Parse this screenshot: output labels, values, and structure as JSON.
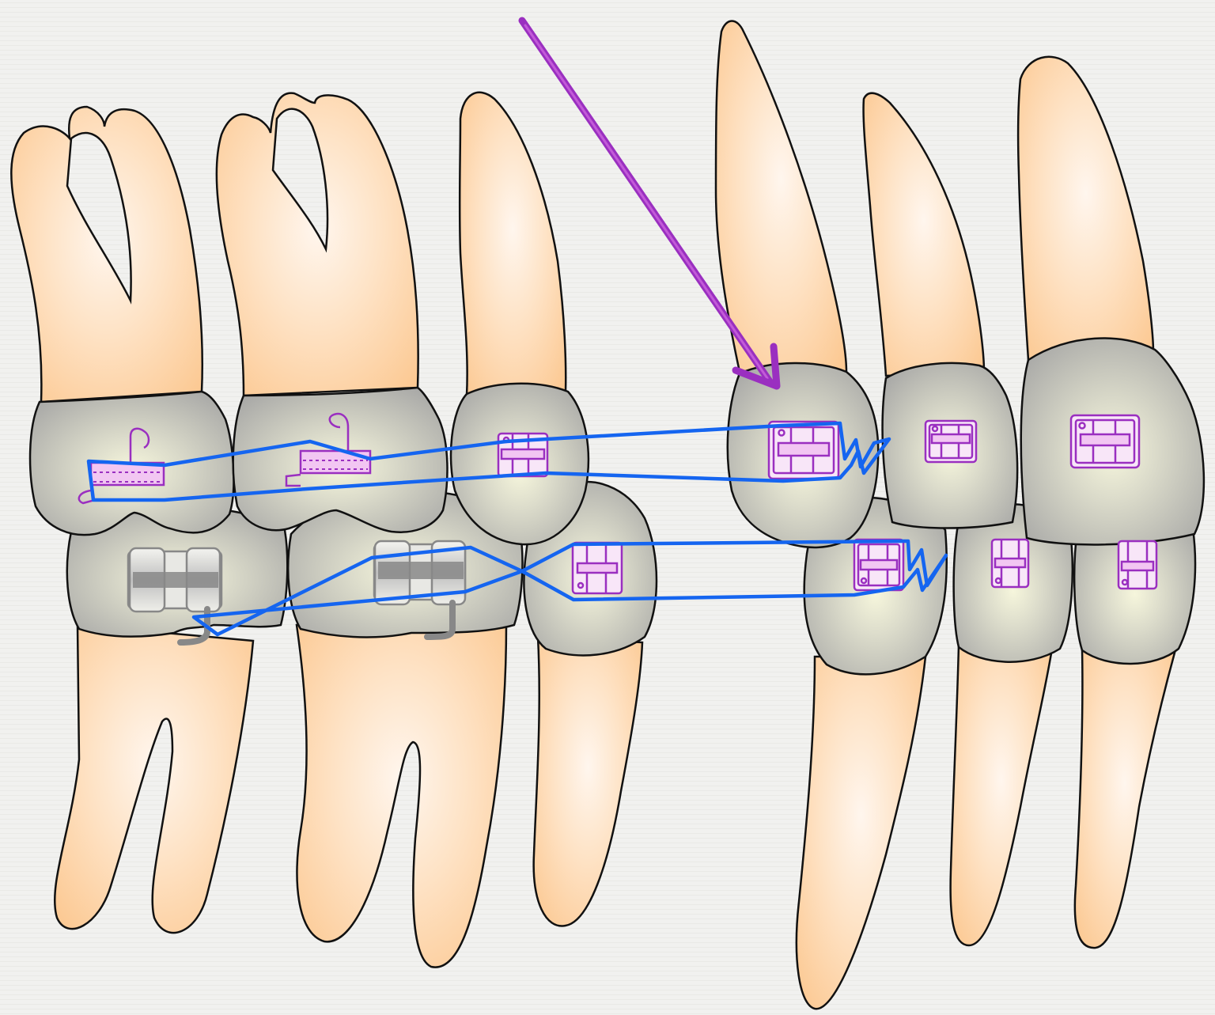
{
  "diagram": {
    "kind": "illustration",
    "subject": "orthodontic-appliance-lateral-view",
    "colors": {
      "background": "#f1f1ef",
      "root": "#fdd7ae",
      "root_light": "#fff4ea",
      "crown": "#b9b9b7",
      "crown_light": "#f3f3d8",
      "outline": "#111111",
      "bracket": "#9a2fc0",
      "bracket_fill": "#f2c6f2",
      "archwire": "#1565f0",
      "arrow": "#9a2fc0",
      "band": "#8a8a8a"
    },
    "upper_teeth": [
      {
        "name": "upper-first-molar",
        "roots": 3,
        "attachment": "buccal-tube-with-hook"
      },
      {
        "name": "upper-second-premolar",
        "roots": 2,
        "attachment": "buccal-tube-with-hook"
      },
      {
        "name": "upper-first-premolar",
        "roots": 1,
        "attachment": "bracket"
      },
      {
        "name": "upper-canine",
        "roots": 1,
        "attachment": "bracket",
        "highlighted": true
      },
      {
        "name": "upper-lateral-incisor",
        "roots": 1,
        "attachment": "bracket"
      },
      {
        "name": "upper-central-incisor",
        "roots": 1,
        "attachment": "bracket"
      }
    ],
    "lower_teeth": [
      {
        "name": "lower-first-molar",
        "roots": 2,
        "attachment": "band-with-hook"
      },
      {
        "name": "lower-second-premolar",
        "roots": 2,
        "attachment": "band-with-hook"
      },
      {
        "name": "lower-first-premolar",
        "roots": 1,
        "attachment": "bracket"
      },
      {
        "name": "lower-canine",
        "roots": 1,
        "attachment": "bracket"
      },
      {
        "name": "lower-lateral-incisor",
        "roots": 1,
        "attachment": "bracket"
      },
      {
        "name": "lower-central-incisor",
        "roots": 1,
        "attachment": "bracket"
      }
    ],
    "elastics": [
      "upper-figure-eight-chain",
      "lower-figure-eight-chain"
    ],
    "pointer": {
      "icon": "arrow-icon",
      "target": "upper-canine"
    }
  }
}
